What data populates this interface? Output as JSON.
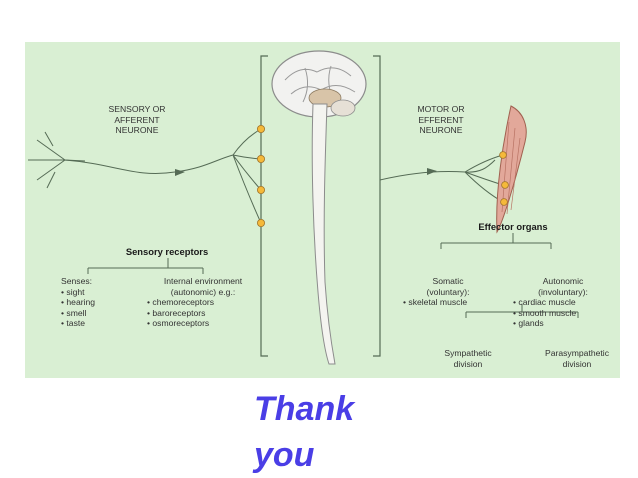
{
  "slide": {
    "closing_line1": "Thank",
    "closing_line2": "you",
    "closing_color": "#4a3ee6",
    "panel_bg": "#d9efd3"
  },
  "diagram": {
    "sensory_neurone": [
      "SENSORY OR",
      "AFFERENT",
      "NEURONE"
    ],
    "motor_neurone": [
      "MOTOR OR",
      "EFFERENT",
      "NEURONE"
    ],
    "sensory_receptors": {
      "heading": "Sensory receptors",
      "senses_heading": "Senses:",
      "senses": [
        "• sight",
        "• hearing",
        "• smell",
        "• taste"
      ],
      "internal_heading_1": "Internal environment",
      "internal_heading_2": "(autonomic) e.g.:",
      "internal": [
        "• chemoreceptors",
        "• baroreceptors",
        "• osmoreceptors"
      ]
    },
    "effector_organs": {
      "heading": "Effector organs",
      "somatic_1": "Somatic",
      "somatic_2": "(voluntary):",
      "somatic_items": [
        "• skeletal muscle"
      ],
      "autonomic_1": "Autonomic",
      "autonomic_2": "(involuntary):",
      "autonomic_items": [
        "• cardiac muscle",
        "• smooth muscle",
        "• glands"
      ],
      "sympathetic_1": "Sympathetic",
      "sympathetic_2": "division",
      "parasympathetic_1": "Parasympathetic",
      "parasympathetic_2": "division"
    },
    "icons": [
      "brain-illustration",
      "spinal-cord-illustration",
      "muscle-illustration"
    ]
  }
}
